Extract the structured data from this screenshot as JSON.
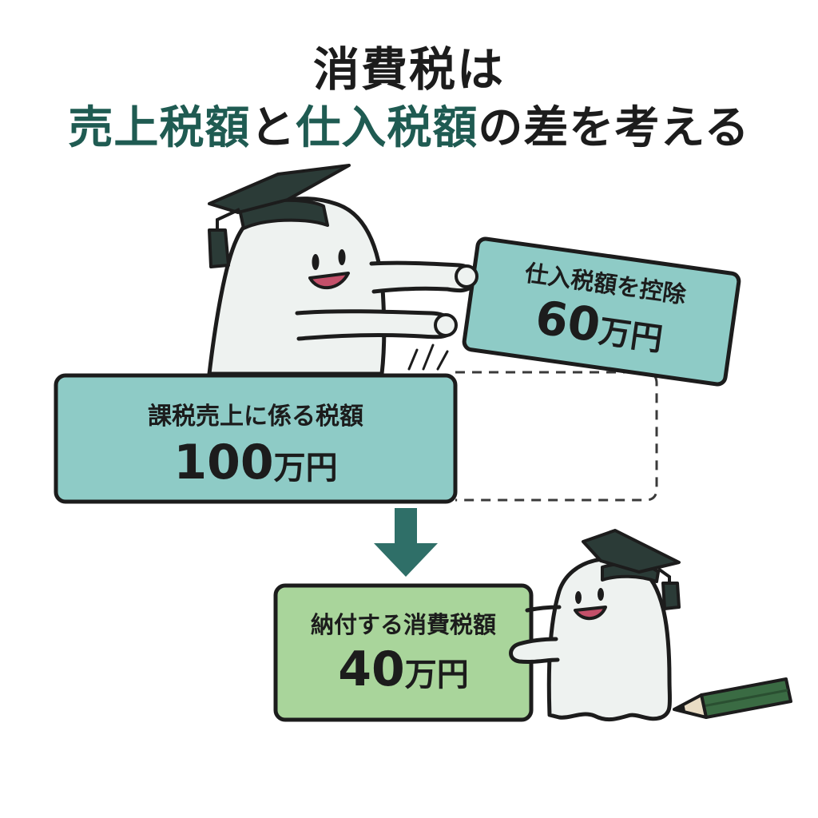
{
  "title": {
    "line1": "消費税は",
    "line2_part1": "売上税額",
    "line2_part2": "と",
    "line2_part3": "仕入税額",
    "line2_part4": "の差を考える"
  },
  "sales_card": {
    "label": "課税売上に係る税額",
    "amount": "100",
    "unit": "万円"
  },
  "purchase_card": {
    "label": "仕入税額を控除",
    "amount": "60",
    "unit": "万円"
  },
  "payment_card": {
    "label": "納付する消費税額",
    "amount": "40",
    "unit": "万円"
  },
  "colors": {
    "accent_dark_teal": "#1f5b52",
    "sales_card_fill": "#8ecbc6",
    "purchase_card_fill": "#8ecbc6",
    "payment_card_fill": "#a9d59b",
    "arrow": "#2f6f68",
    "ghost_fill": "#eef2f0",
    "cap": "#2b3b37",
    "pencil": "#3a6b43"
  },
  "icons": [
    "graduation-cap-icon",
    "ghost-character",
    "down-arrow-icon",
    "pencil-icon"
  ]
}
